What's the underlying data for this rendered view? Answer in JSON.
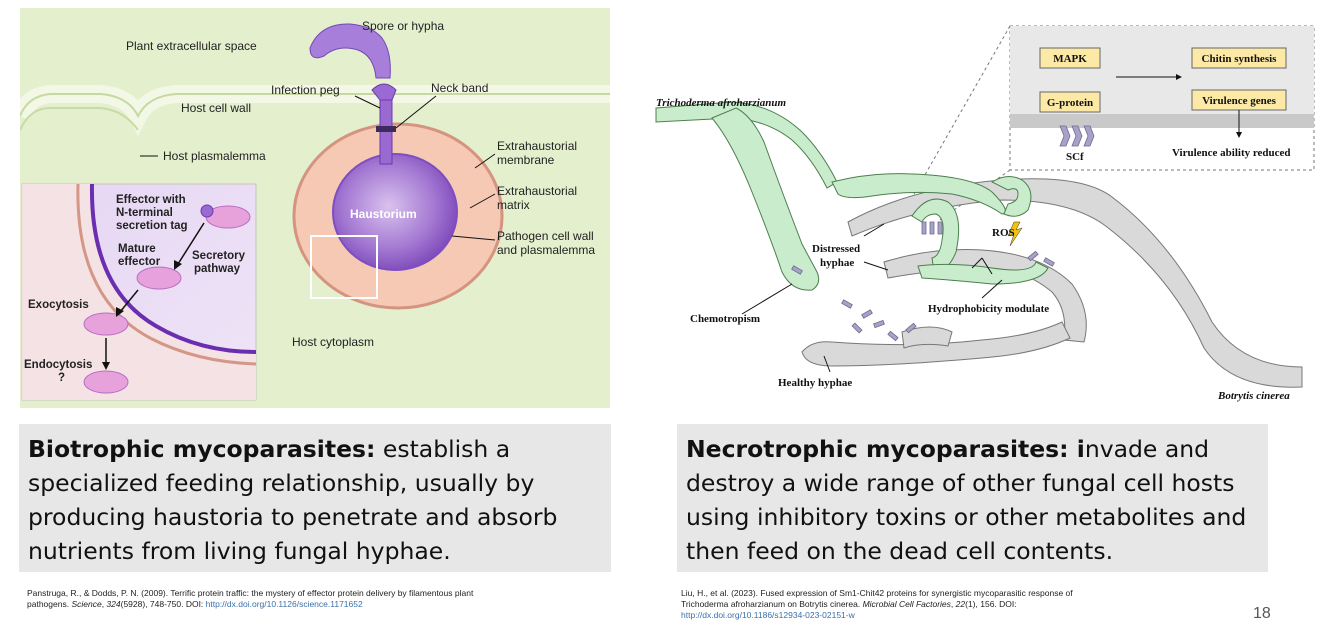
{
  "left_figure": {
    "labels": {
      "spore": "Spore or hypha",
      "plant_space": "Plant extracellular space",
      "infection_peg": "Infection peg",
      "neck_band": "Neck band",
      "host_wall": "Host cell wall",
      "host_plasmalemma": "Host plasmalemma",
      "ext_membrane_1": "Extrahaustorial",
      "ext_membrane_2": "membrane",
      "ext_matrix_1": "Extrahaustorial",
      "ext_matrix_2": "matrix",
      "pathogen_wall_1": "Pathogen cell wall",
      "pathogen_wall_2": "and plasmalemma",
      "haustorium": "Haustorium",
      "host_cytoplasm": "Host cytoplasm"
    },
    "inset": {
      "effector_1": "Effector with",
      "effector_2": "N-terminal",
      "effector_3": "secretion tag",
      "mature_1": "Mature",
      "mature_2": "effector",
      "secretory_1": "Secretory",
      "secretory_2": "pathway",
      "exocytosis": "Exocytosis",
      "endocytosis_1": "Endocytosis",
      "endocytosis_2": "?"
    }
  },
  "right_figure": {
    "species_top": "Trichoderma afroharzianum",
    "species_bottom": "Botrytis cinerea",
    "box": {
      "mapk": "MAPK",
      "gprotein": "G-protein",
      "chitin": "Chitin synthesis",
      "virulence": "Virulence genes",
      "scf": "SCf",
      "reduced": "Virulence ability reduced"
    },
    "labels": {
      "ros": "ROS",
      "distressed_1": "Distressed",
      "distressed_2": "hyphae",
      "hydrophobicity": "Hydrophobicity modulate",
      "chemotropism": "Chemotropism",
      "healthy": "Healthy hyphae"
    }
  },
  "left_text": {
    "title": "Biotrophic mycoparasites:",
    "body": " establish a specialized feeding relationship, usually by producing haustoria to penetrate and absorb nutrients from living fungal hyphae."
  },
  "right_text": {
    "title": "Necrotrophic mycoparasites: ",
    "title_i": "i",
    "body": "nvade and destroy a wide range of other fungal cell hosts using inhibitory toxins or other metabolites and then feed on the dead cell contents."
  },
  "left_citation": {
    "line1": "Panstruga, R., & Dodds, P. N. (2009). Terrific protein traffic: the mystery of effector protein delivery by filamentous plant",
    "line2_pre": "pathogens. ",
    "journal": "Science",
    "volume": "324",
    "line2_post": "(5928), 748-750. DOI: ",
    "doi": "http://dx.doi.org/10.1126/science.1171652"
  },
  "right_citation": {
    "line1": "Liu, H., et al. (2023). Fused expression of Sm1-Chit42 proteins for synergistic mycoparasitic response of",
    "line2_pre": "Trichoderma afroharzianum on Botrytis cinerea. ",
    "journal": "Microbial Cell Factories",
    "volume": "22",
    "line2_post": "(1), 156. DOI:",
    "doi": "http://dx.doi.org/10.1186/s12934-023-02151-w"
  },
  "page_number": "18"
}
